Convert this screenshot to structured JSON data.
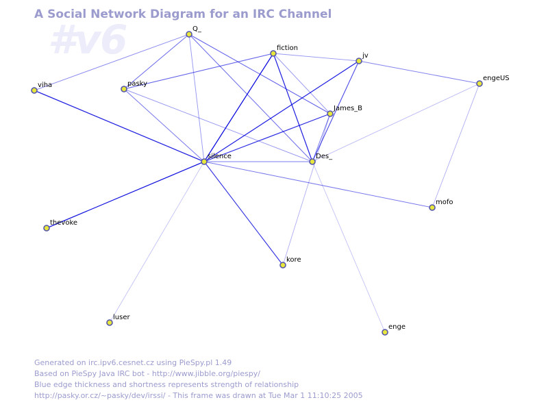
{
  "title": "A Social Network Diagram for an IRC Channel",
  "watermark": "#v6",
  "colors": {
    "edge": "#0000dd",
    "node_fill": "#e6e63c",
    "node_stroke": "#5555aa",
    "text_muted": "#9b9bce"
  },
  "graph": {
    "nodes": [
      {
        "id": "Q_",
        "label": "Q_"
      },
      {
        "id": "fiction",
        "label": "fiction"
      },
      {
        "id": "jv",
        "label": "jv"
      },
      {
        "id": "viha",
        "label": "viha"
      },
      {
        "id": "pasky",
        "label": "pasky"
      },
      {
        "id": "engeUS",
        "label": "engeUS"
      },
      {
        "id": "James_B",
        "label": "James_B"
      },
      {
        "id": "silence",
        "label": "silence"
      },
      {
        "id": "Des_",
        "label": "Des_"
      },
      {
        "id": "mofo",
        "label": "mofo"
      },
      {
        "id": "thevoke",
        "label": "thevoke"
      },
      {
        "id": "kore",
        "label": "kore"
      },
      {
        "id": "luser",
        "label": "luser"
      },
      {
        "id": "enge",
        "label": "enge"
      }
    ],
    "edges": [
      {
        "source": "Q_",
        "target": "viha",
        "strength": 0.35
      },
      {
        "source": "Q_",
        "target": "pasky",
        "strength": 0.5
      },
      {
        "source": "Q_",
        "target": "silence",
        "strength": 0.3
      },
      {
        "source": "Q_",
        "target": "James_B",
        "strength": 0.55
      },
      {
        "source": "Q_",
        "target": "Des_",
        "strength": 0.5
      },
      {
        "source": "fiction",
        "target": "pasky",
        "strength": 0.55
      },
      {
        "source": "fiction",
        "target": "silence",
        "strength": 0.95
      },
      {
        "source": "fiction",
        "target": "Des_",
        "strength": 0.85
      },
      {
        "source": "fiction",
        "target": "jv",
        "strength": 0.3
      },
      {
        "source": "fiction",
        "target": "James_B",
        "strength": 0.3
      },
      {
        "source": "jv",
        "target": "silence",
        "strength": 0.85
      },
      {
        "source": "jv",
        "target": "Des_",
        "strength": 0.65
      },
      {
        "source": "jv",
        "target": "engeUS",
        "strength": 0.4
      },
      {
        "source": "viha",
        "target": "silence",
        "strength": 0.85
      },
      {
        "source": "pasky",
        "target": "silence",
        "strength": 0.45
      },
      {
        "source": "pasky",
        "target": "Des_",
        "strength": 0.3
      },
      {
        "source": "James_B",
        "target": "silence",
        "strength": 0.8
      },
      {
        "source": "James_B",
        "target": "Des_",
        "strength": 0.45
      },
      {
        "source": "James_B",
        "target": "kore",
        "strength": 0.2
      },
      {
        "source": "silence",
        "target": "Des_",
        "strength": 0.45
      },
      {
        "source": "silence",
        "target": "thevoke",
        "strength": 0.9
      },
      {
        "source": "silence",
        "target": "kore",
        "strength": 0.75
      },
      {
        "source": "silence",
        "target": "mofo",
        "strength": 0.45
      },
      {
        "source": "silence",
        "target": "luser",
        "strength": 0.12
      },
      {
        "source": "Des_",
        "target": "engeUS",
        "strength": 0.15
      },
      {
        "source": "Des_",
        "target": "enge",
        "strength": 0.12
      },
      {
        "source": "engeUS",
        "target": "mofo",
        "strength": 0.2
      }
    ]
  },
  "footer": [
    "Generated on irc.ipv6.cesnet.cz using PieSpy.pl 1.49",
    "Based on PieSpy Java IRC bot - http://www.jibble.org/piespy/",
    "Blue edge thickness and shortness represents strength of relationship",
    "http://pasky.or.cz/~pasky/dev/irssi/ - This frame was drawn at Tue Mar  1 11:10:25 2005"
  ]
}
